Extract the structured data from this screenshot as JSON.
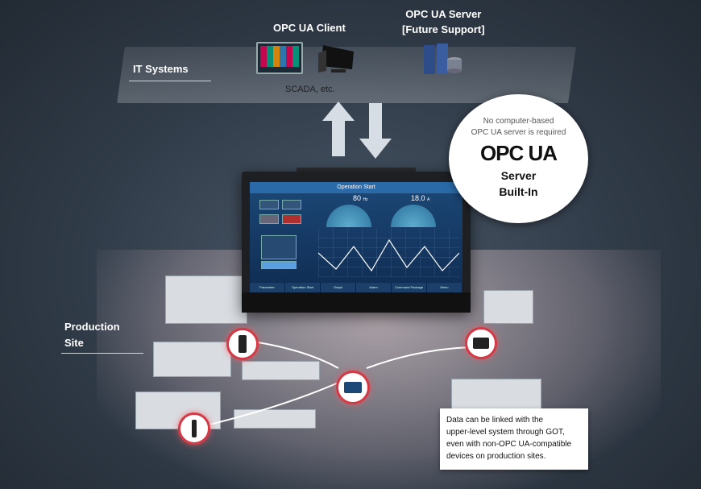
{
  "labels": {
    "it_systems": "IT Systems",
    "production_site_line1": "Production",
    "production_site_line2": "Site",
    "opc_client": "OPC UA Client",
    "opc_server_line1": "OPC UA Server",
    "opc_server_line2": "[Future Support]",
    "scada": "SCADA, etc."
  },
  "bubble": {
    "line1": "No computer-based",
    "line2": "OPC UA server is required",
    "brand": "OPC UA",
    "line3": "Server",
    "line4": "Built-In"
  },
  "note": {
    "line1": "Data can be linked with the",
    "line2": "upper-level system through GOT,",
    "line3": "even with non-OPC UA-compatible",
    "line4": "devices on production sites."
  },
  "screen": {
    "title": "Operation Start",
    "motor_value": "80",
    "motor_unit": "Hz",
    "current_value": "18.0",
    "current_unit": "A",
    "tabs": [
      "Parameter",
      "Operation Start",
      "Graph",
      "Alarm",
      "Command Package",
      "Menu"
    ]
  },
  "colors": {
    "accent_red": "#d33a45",
    "screen_blue": "#1c4877"
  }
}
